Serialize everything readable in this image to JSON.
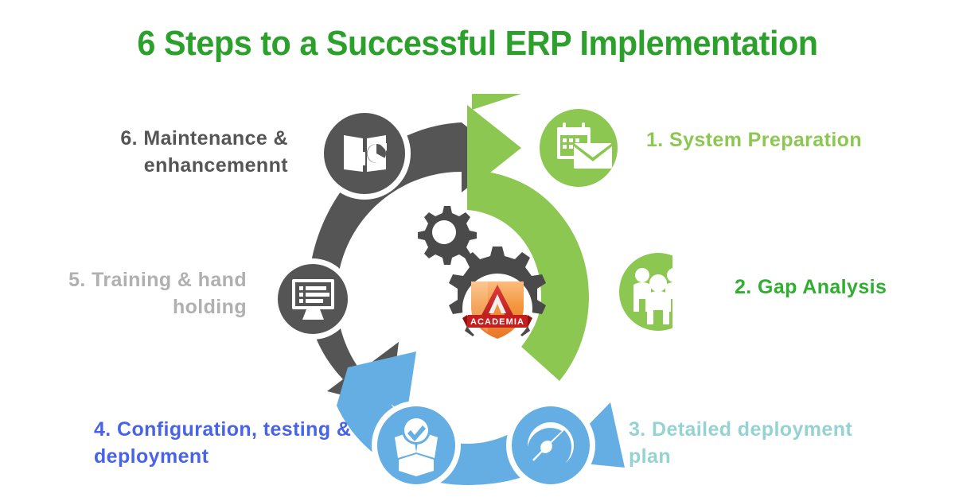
{
  "title": "6 Steps to a Successful ERP Implementation",
  "colors": {
    "title_green": "#2ba02b",
    "arc_green": "#8cc751",
    "arc_gray": "#555555",
    "arc_blue": "#64aee4",
    "label_1_green": "#8cc751",
    "label_2_green": "#2fae2f",
    "label_3_teal": "#95d2d2",
    "label_4_blue": "#4863e8",
    "label_5_gray": "#b0b0b0",
    "label_6_gray": "#555555",
    "shield_orange": "#f08a32",
    "shield_red": "#d22a2a",
    "background": "#ffffff"
  },
  "steps": [
    {
      "number": "1.",
      "label": "1. System Preparation",
      "icon": "calendar-envelope-icon",
      "arc": "green"
    },
    {
      "number": "2.",
      "label": "2. Gap Analysis",
      "icon": "people-group-icon",
      "arc": "green"
    },
    {
      "number": "3.",
      "label": "3. Detailed deployment plan",
      "icon": "wrench-icon",
      "arc": "blue"
    },
    {
      "number": "4.",
      "label": "4. Configuration, testing & deployment",
      "icon": "open-box-check-icon",
      "arc": "blue"
    },
    {
      "number": "5.",
      "label": "5. Training & hand holding",
      "icon": "presentation-screen-icon",
      "arc": "gray"
    },
    {
      "number": "6.",
      "label": "6. Maintenance & enhancemennt",
      "icon": "report-book-chart-icon",
      "arc": "gray"
    }
  ],
  "center_logo": {
    "brand": "ACADEMIA",
    "icon": "academia-shield-logo"
  }
}
